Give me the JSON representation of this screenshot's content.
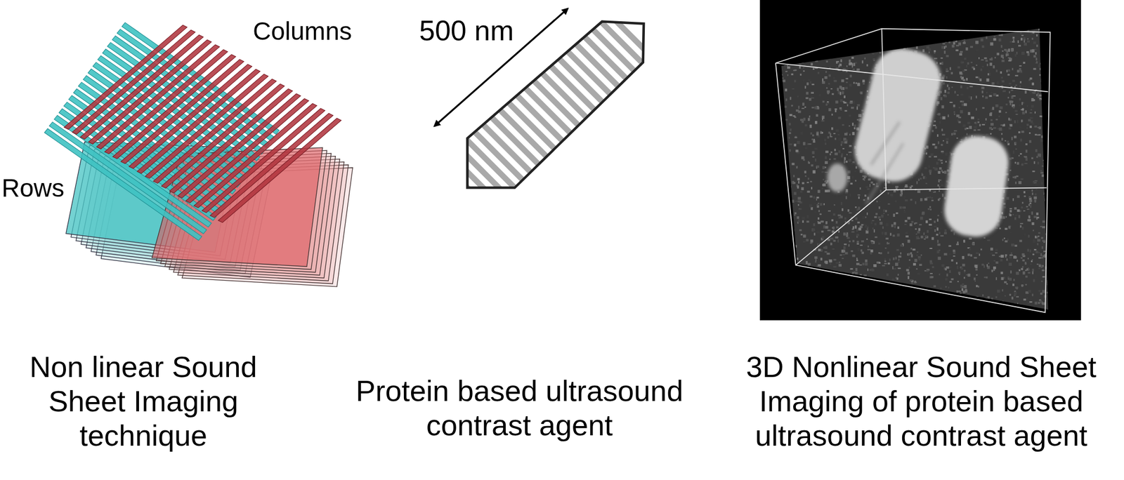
{
  "diagram": {
    "labels": [
      "Columns",
      "Rows",
      "500 nm",
      "Non linear Sound Sheet Imaging technique",
      "Protein based ultrasound contrast agent",
      "3D Nonlinear Sound Sheet Imaging of protein based ultrasound contrast agent"
    ]
  }
}
